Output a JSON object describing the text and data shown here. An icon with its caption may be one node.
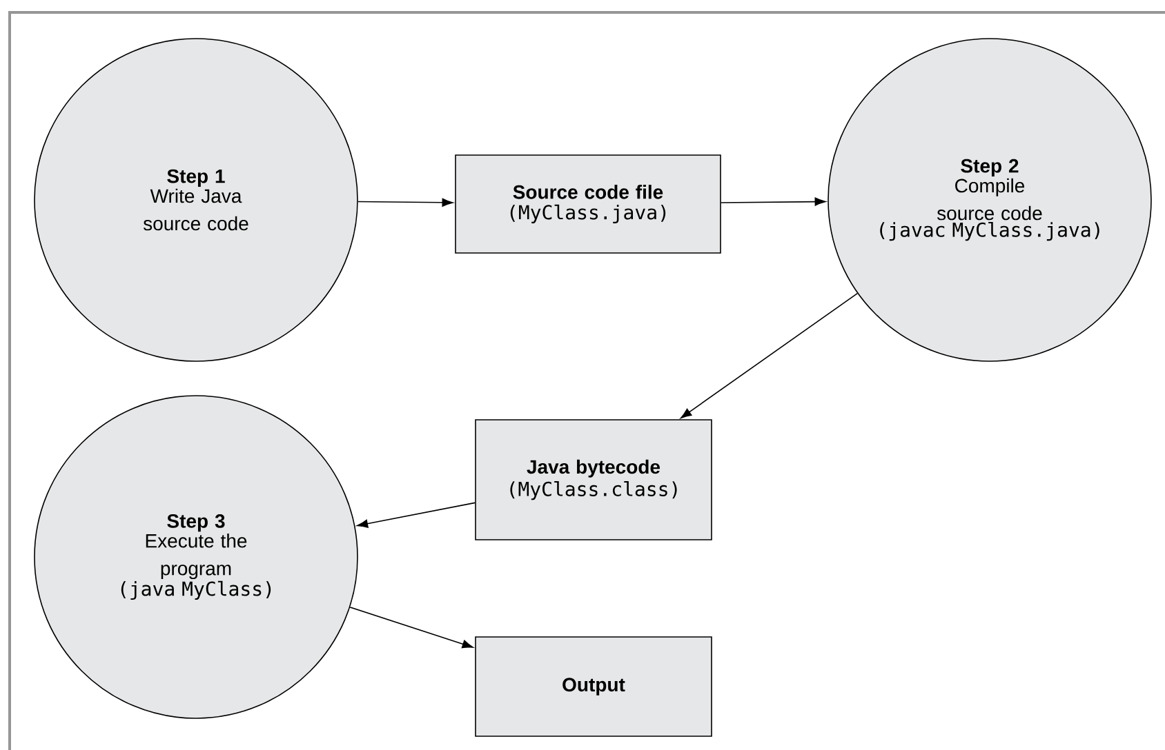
{
  "diagram": {
    "nodes": [
      {
        "text": [
          "Step 1",
          "Write Java source code"
        ]
      },
      {
        "text": [
          "Source code file",
          "(MyClass.java)"
        ]
      },
      {
        "text": [
          "Step 2",
          "Compile source code",
          "(javac MyClass.java)"
        ]
      },
      {
        "text": [
          "Java bytecode",
          "(MyClass.class)"
        ]
      },
      {
        "text": [
          "Step 3",
          "Execute the program",
          "(java MyClass)"
        ]
      },
      {
        "text": [
          "Output"
        ]
      }
    ],
    "edges": [
      {
        "from": 0,
        "to": 1,
        "arrow": "to"
      },
      {
        "from": 1,
        "to": 2,
        "arrow": "to"
      },
      {
        "from": 2,
        "to": 3,
        "arrow": "to"
      },
      {
        "from": 3,
        "to": 4,
        "arrow": "to"
      },
      {
        "from": 4,
        "to": 5,
        "arrow": "to"
      }
    ]
  }
}
